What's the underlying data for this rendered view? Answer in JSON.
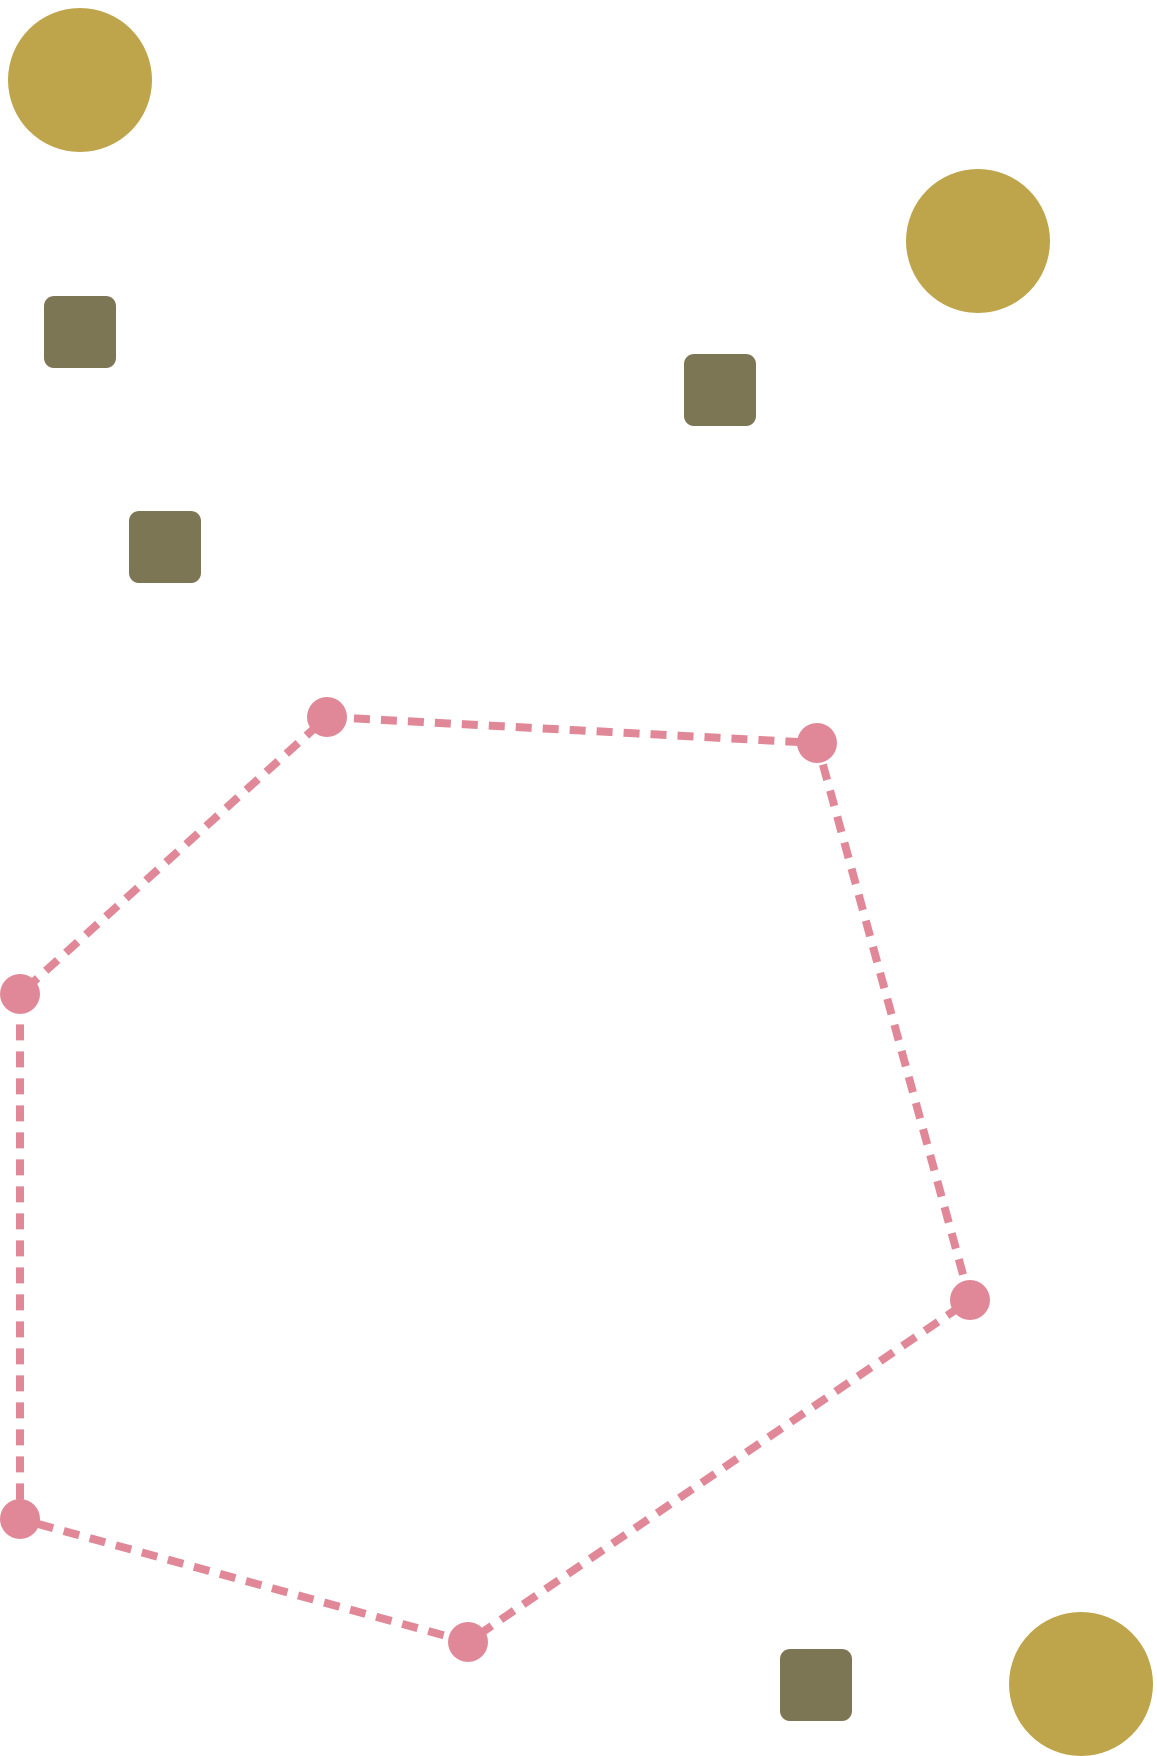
{
  "colors": {
    "background": "#ffffff",
    "circle": "#bea44a",
    "square": "#7c7655",
    "polygon": "#e08898"
  },
  "shapes": {
    "circle_count": 3,
    "square_count": 4,
    "polygon_vertex_count": 6
  }
}
